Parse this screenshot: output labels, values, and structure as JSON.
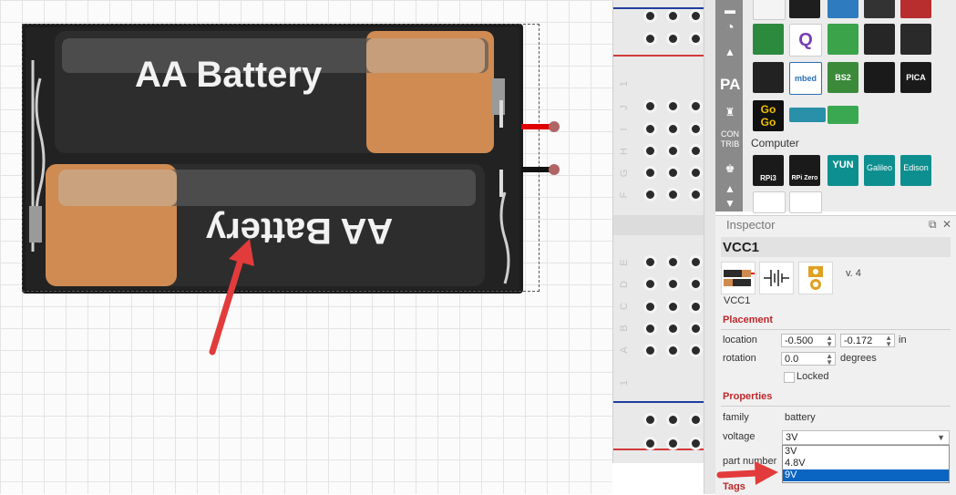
{
  "canvas": {
    "battery_top_label": "AA Battery",
    "battery_bottom_label": "AA Battery"
  },
  "breadboard": {
    "row_labels_top": [
      "J",
      "I",
      "H",
      "G",
      "F"
    ],
    "row_labels_bottom": [
      "E",
      "D",
      "C",
      "B",
      "A"
    ],
    "col_label_top": "1",
    "col_label_bottom": "1"
  },
  "parts_bin": {
    "tab_labels": [
      "PA",
      "CON",
      "TRIB"
    ],
    "tiles": {
      "mbed": "mbed",
      "bs2": "BS2",
      "pica": "PICA",
      "gogo": "Go Go",
      "rpi3": "RPi3",
      "rpizero": "RPi Zero",
      "yun": "YUN",
      "galileo": "Galileo",
      "edison": "Edison"
    },
    "section_computer": "Computer"
  },
  "inspector": {
    "title": "Inspector",
    "part_title": "VCC1",
    "version": "v. 4",
    "part_name": "VCC1",
    "placement_header": "Placement",
    "location_label": "location",
    "location_x": "-0.500",
    "location_y": "-0.172",
    "location_unit": "in",
    "rotation_label": "rotation",
    "rotation_value": "0.0",
    "rotation_unit": "degrees",
    "locked_label": "Locked",
    "properties_header": "Properties",
    "family_label": "family",
    "family_value": "battery",
    "voltage_label": "voltage",
    "voltage_value": "3V",
    "voltage_options": [
      "3V",
      "4.8V",
      "9V"
    ],
    "highlighted_option": "9V",
    "part_number_label": "part number",
    "tags_header": "Tags"
  },
  "colors": {
    "accent_red": "#e23b3b",
    "section_red": "#c0282a",
    "selection_blue": "#0a64c2",
    "battery_copper": "#d08a4e",
    "battery_black": "#2c2c2c"
  }
}
